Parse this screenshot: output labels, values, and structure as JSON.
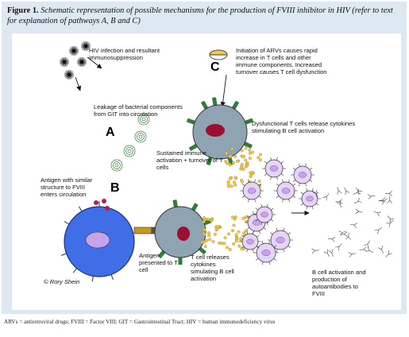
{
  "caption": {
    "figure": "Figure 1.",
    "text": "Schematic representation of possible mechanisms for the production of FVIII inhibitor in HIV (refer to text for explanation of pathways A, B and C)"
  },
  "labels": {
    "hiv": "HIV infection and resultant immunosuppression",
    "leakage": "Leakage of bacterial components from GIT into circulation",
    "sustained": "Sustained immune activation + turnover of T cells",
    "arv": "Initiation of ARVs causes rapid increase in T cells and other immune components. Increased turnover causes T cell dysfunction",
    "dysfunctional": "Dysfunctional T cells release cytokines stimulating B cell activation",
    "antigen": "Antigen with similar structure to FVIII enters circulation",
    "presented": "Antigen presented to T cell",
    "releases": "T cell releases cytokines simulating B cell activation",
    "bcell": "B cell activation and production of autoantibodies to FVIII",
    "copyright": "© Rory Shein"
  },
  "pathways": {
    "a": "A",
    "b": "B",
    "c": "C"
  },
  "footnote": "ARVs = antiretroviral drugs; FVIII = Factor VIII; GIT = Gastrointestinal Tract; HIV = human immunodeficiency virus",
  "colors": {
    "panel": "#dde8f0",
    "tcell": "#8ea4b3",
    "nucleus": "#9b1030",
    "receptor": "#2f7d3a",
    "bcell": "#3f6ee6",
    "bcell_nucleus": "#c7a3ec",
    "plasma": "#e6d4f6",
    "cytokine": "#f2c94c",
    "pill_top": "#f2c94c",
    "antigen": "#b0214a"
  }
}
